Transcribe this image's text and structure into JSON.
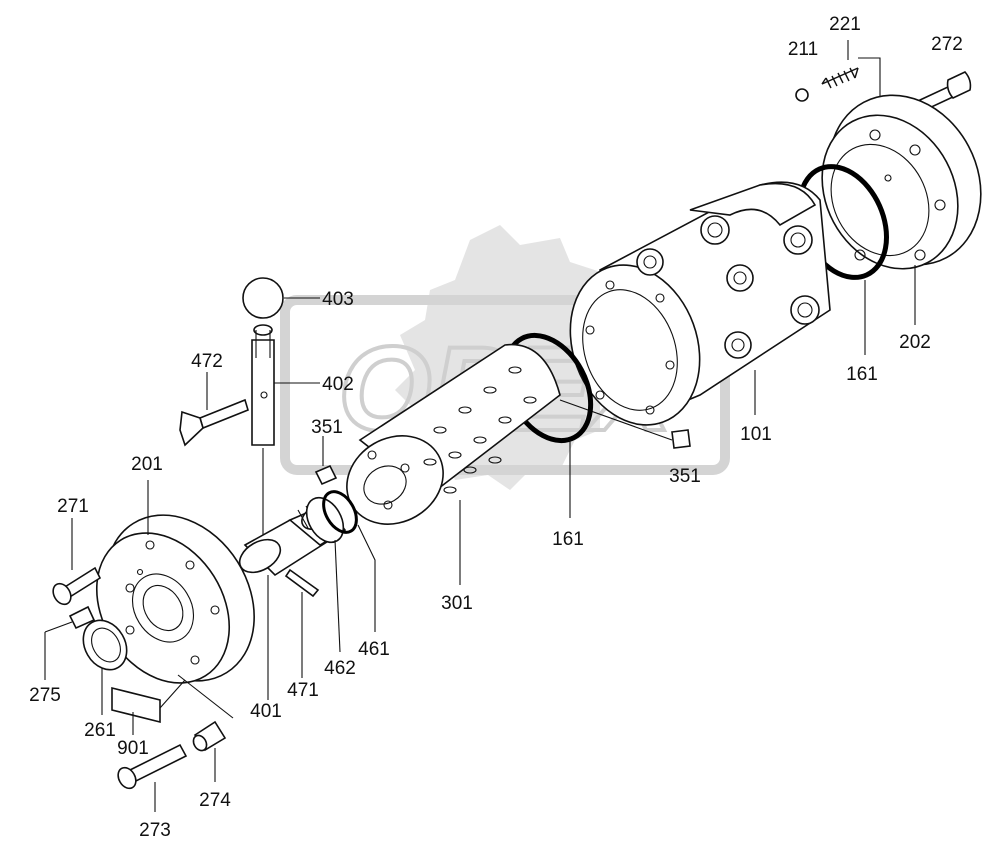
{
  "diagram": {
    "watermark_text": "OPEX",
    "labels": [
      "221",
      "211",
      "272",
      "403",
      "402",
      "472",
      "351",
      "351",
      "161",
      "161",
      "101",
      "202",
      "201",
      "271",
      "301",
      "461",
      "462",
      "471",
      "401",
      "275",
      "261",
      "901",
      "274",
      "273"
    ]
  },
  "colors": {
    "ink": "#111111",
    "watermark": "#e4e4e4",
    "background": "#ffffff"
  }
}
